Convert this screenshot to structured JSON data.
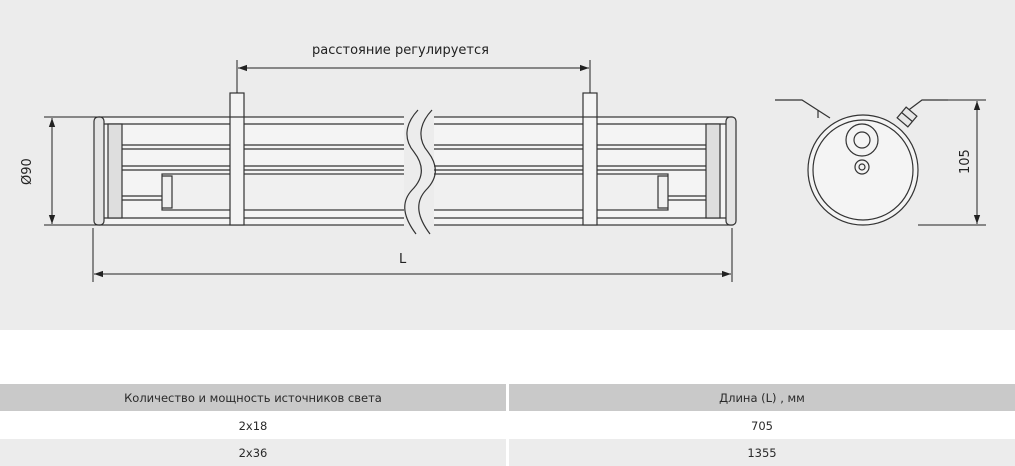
{
  "drawing": {
    "distance_label": "расстояние регулируется",
    "diameter_label": "Ø90",
    "length_label": "L",
    "height_label": "105"
  },
  "table": {
    "headers": [
      "Количество и мощность источников света",
      "Длина (L) , мм"
    ],
    "rows": [
      [
        "2x18",
        "705"
      ],
      [
        "2x36",
        "1355"
      ]
    ]
  }
}
